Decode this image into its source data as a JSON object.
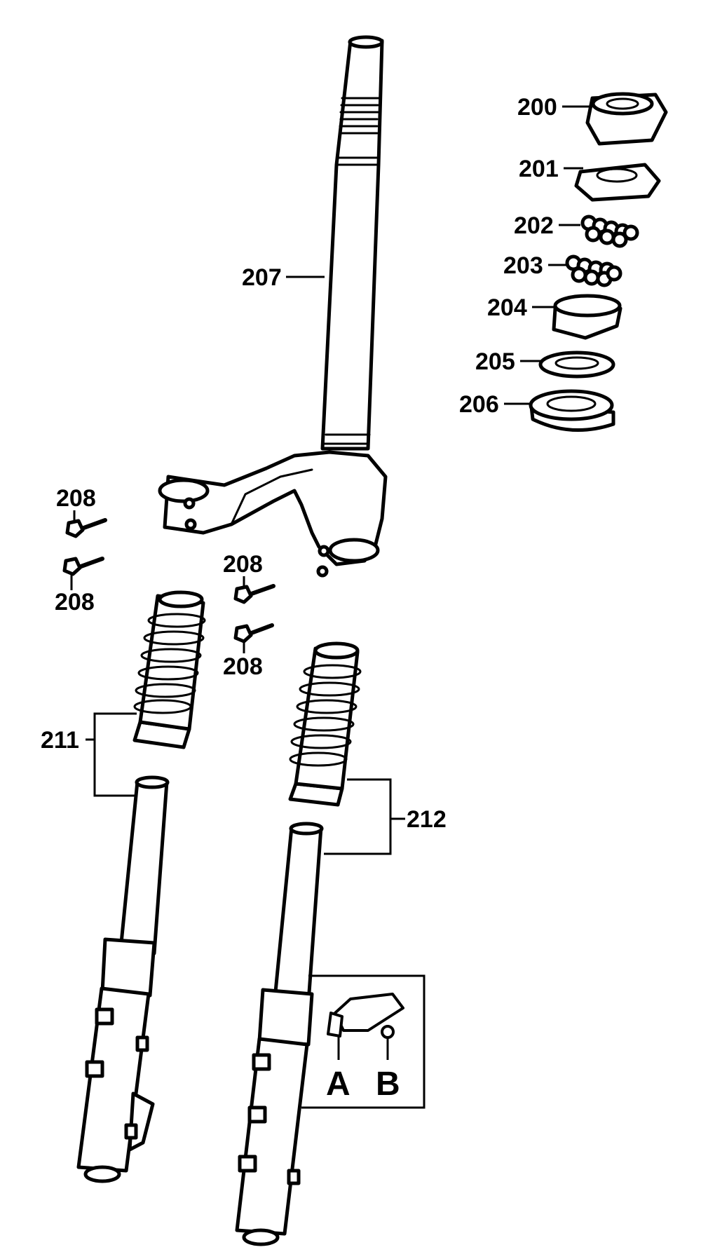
{
  "callouts": {
    "p200": "200",
    "p201": "201",
    "p202": "202",
    "p203": "203",
    "p204": "204",
    "p205": "205",
    "p206": "206",
    "p207": "207",
    "p208": "208",
    "p211": "211",
    "p212": "212"
  },
  "inset": {
    "label_a": "A",
    "label_b": "B"
  }
}
